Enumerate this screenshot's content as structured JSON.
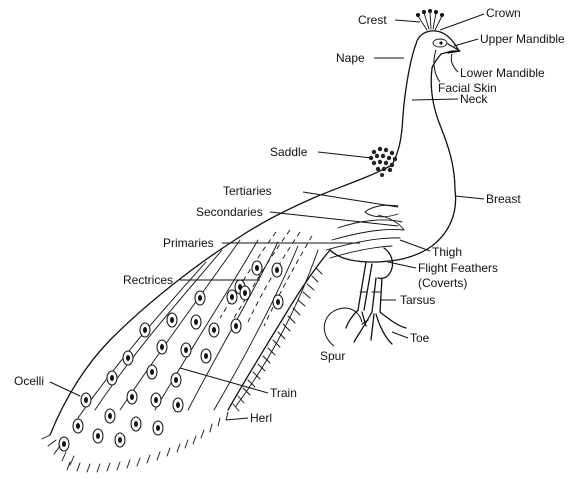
{
  "labels": {
    "crest": "Crest",
    "crown": "Crown",
    "upper_mandible": "Upper Mandible",
    "nape": "Nape",
    "lower_mandible": "Lower Mandible",
    "facial_skin": "Facial Skin",
    "neck": "Neck",
    "saddle": "Saddle",
    "tertiaries": "Tertiaries",
    "breast": "Breast",
    "secondaries": "Secondaries",
    "primaries": "Primaries",
    "thigh": "Thigh",
    "rectrices": "Rectrices",
    "flight_feathers_line1": "Flight Feathers",
    "flight_feathers_line2": "(Coverts)",
    "tarsus": "Tarsus",
    "toe": "Toe",
    "spur": "Spur",
    "ocelli": "Ocelli",
    "train": "Train",
    "herl": "Herl"
  }
}
